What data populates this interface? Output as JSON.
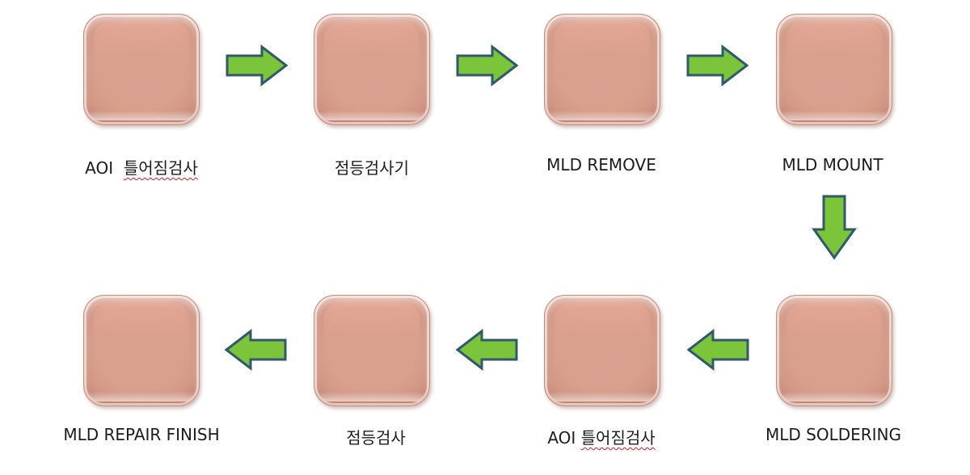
{
  "diagram": {
    "top_row": [
      {
        "prefix": "AOI  ",
        "label": "틀어짐검사"
      },
      {
        "prefix": "",
        "label": "점등검사기"
      },
      {
        "prefix": "",
        "label": "MLD REMOVE"
      },
      {
        "prefix": "",
        "label": "MLD MOUNT"
      }
    ],
    "bottom_row": [
      {
        "prefix": "",
        "label": "MLD REPAIR FINISH"
      },
      {
        "prefix": "",
        "label": "점등검사"
      },
      {
        "prefix": "AOI ",
        "label": "틀어짐검사"
      },
      {
        "prefix": "",
        "label": "MLD SOLDERING"
      }
    ],
    "colors": {
      "box_fill": "#d8a08d",
      "arrow_fill": "#7cc43a",
      "arrow_stroke": "#2f5a6e",
      "spellcheck_underline": "#d02020"
    },
    "icons": {
      "flow_arrow": "block-arrow-icon"
    }
  }
}
